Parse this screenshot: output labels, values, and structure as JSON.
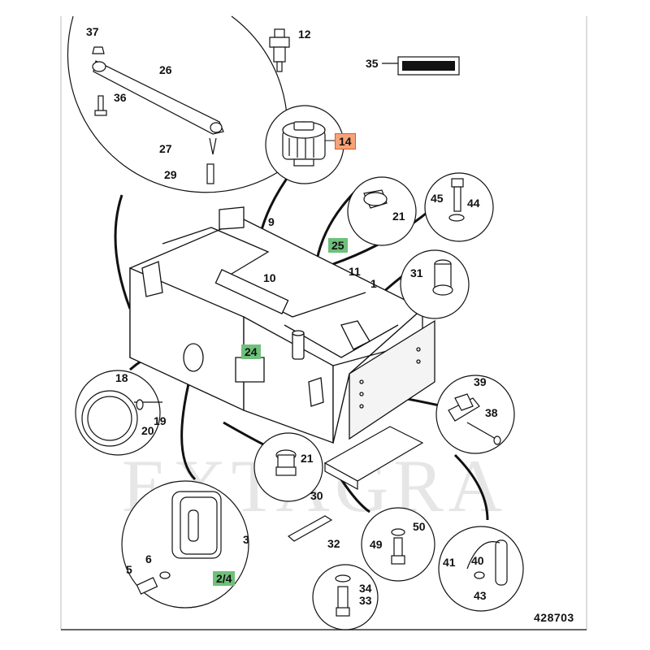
{
  "watermark": "EXTAGRA",
  "drawing_number": "428703",
  "part_labels": {
    "p1": "1",
    "p2_4": "2/4",
    "p3": "3",
    "p5": "5",
    "p6": "6",
    "p9": "9",
    "p10": "10",
    "p11": "11",
    "p12": "12",
    "p14": "14",
    "p18": "18",
    "p19": "19",
    "p20": "20",
    "p21a": "21",
    "p21b": "21",
    "p24": "24",
    "p25": "25",
    "p26": "26",
    "p27": "27",
    "p29": "29",
    "p30": "30",
    "p31": "31",
    "p32": "32",
    "p33": "33",
    "p34": "34",
    "p35": "35",
    "p36": "36",
    "p37": "37",
    "p38": "38",
    "p39": "39",
    "p40": "40",
    "p41": "41",
    "p43": "43",
    "p44": "44",
    "p45": "45",
    "p49": "49",
    "p50": "50"
  },
  "highlight_colors": {
    "green": "#6ec07a",
    "orange": "#f6a37a"
  }
}
